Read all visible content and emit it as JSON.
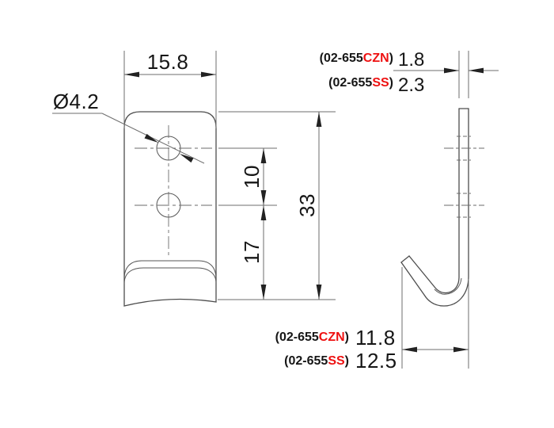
{
  "drawing": {
    "front_view": {
      "width": "15.8",
      "hole_diameter": "Ø4.2",
      "hole_spacing": "10",
      "hole_to_bottom": "17",
      "height": "33"
    },
    "thickness_dim": {
      "czn_prefix": "(02-655",
      "czn_code": "CZN",
      "czn_suffix": ")",
      "czn_value": "1.8",
      "ss_prefix": "(02-655",
      "ss_code": "SS",
      "ss_suffix": ")",
      "ss_value": "2.3"
    },
    "hook_depth_dim": {
      "czn_prefix": "(02-655",
      "czn_code": "CZN",
      "czn_suffix": ")",
      "czn_value": "11.8",
      "ss_prefix": "(02-655",
      "ss_code": "SS",
      "ss_suffix": ")",
      "ss_value": "12.5"
    },
    "colors": {
      "variant_red": "#ee1111",
      "line_gray": "#4d4d4d",
      "text_black": "#161616"
    }
  }
}
